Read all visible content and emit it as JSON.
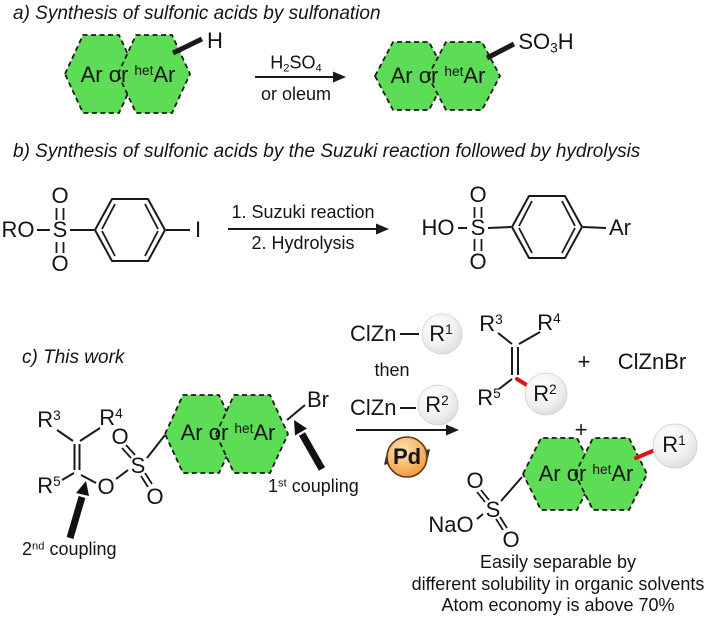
{
  "colors": {
    "hexagon_fill": "#5cdd55",
    "hexagon_stroke": "#1a1a1a",
    "bond_black": "#1a1a1a",
    "highlight_red": "#dd1414",
    "pd_center": "#ffe2b0",
    "pd_edge": "#ee8f2e",
    "ball_center": "#ffffff",
    "ball_edge": "#d9d9d9"
  },
  "hex_label": {
    "pre": "Ar or ",
    "sup": "het",
    "post": "Ar"
  },
  "section_a": {
    "title": "a) Synthesis of sulfonic acids by sulfonation",
    "h_atom": "H",
    "reagent_line1": {
      "t1": "H",
      "sub1": "2",
      "t2": "SO",
      "sub2": "4"
    },
    "reagent_line2": "or oleum",
    "product_group": {
      "t1": "SO",
      "sub1": "3",
      "t2": "H"
    }
  },
  "section_b": {
    "title": "b) Synthesis of sulfonic acids by the Suzuki reaction followed by hydrolysis",
    "substrate": {
      "ro": "RO",
      "s": "S",
      "o_top": "O",
      "o_bottom": "O",
      "iodo": "I"
    },
    "step1": "1. Suzuki reaction",
    "step2": "2. Hydrolysis",
    "product": {
      "ho": "HO",
      "s": "S",
      "o_top": "O",
      "o_bottom": "O",
      "ar": "Ar"
    }
  },
  "section_c": {
    "title": "c) This work",
    "substrate": {
      "r3": {
        "base": "R",
        "sup": "3"
      },
      "r4": {
        "base": "R",
        "sup": "4"
      },
      "r5": {
        "base": "R",
        "sup": "5"
      },
      "o_top": "O",
      "o_ester": "O",
      "o_bottom": "O",
      "s": "S",
      "br": "Br"
    },
    "annotations": {
      "first": {
        "num": "1",
        "ord": "st",
        "rest": " coupling"
      },
      "second": {
        "num": "2",
        "ord": "nd",
        "rest": " coupling"
      }
    },
    "reagents": {
      "clzn": "ClZn",
      "r1": {
        "base": "R",
        "sup": "1"
      },
      "then_label": "then",
      "r2": {
        "base": "R",
        "sup": "2"
      },
      "catalyst": "Pd"
    },
    "products": {
      "alkene": {
        "r3": {
          "base": "R",
          "sup": "3"
        },
        "r4": {
          "base": "R",
          "sup": "4"
        },
        "r5": {
          "base": "R",
          "sup": "5"
        },
        "r2": {
          "base": "R",
          "sup": "2"
        }
      },
      "plus": "+",
      "clznbr": "ClZnBr",
      "sulfonate": {
        "nao": "NaO",
        "s": "S",
        "o_top": "O",
        "o_bottom": "O"
      },
      "r1": {
        "base": "R",
        "sup": "1"
      }
    },
    "caption": [
      "Easily separable by",
      "different solubility in organic solvents",
      "Atom economy is above 70%"
    ]
  }
}
